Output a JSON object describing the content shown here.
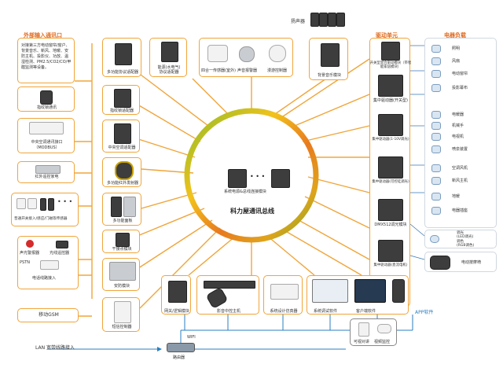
{
  "external": {
    "title": "外部输入通讯口",
    "desc": [
      "对接第三方电动窗帘/窗户、",
      "背景音乐、新风、地暖、安",
      "防主机、投影仪、功放、温",
      "湿检测、PM2.5/CO2/CO/甲",
      "醛监测等设备。"
    ],
    "fingerprint": "指纹锁通讯",
    "central_ac": [
      "中央空调通讯接口",
      "（MODBUS）"
    ],
    "ir": "红外遥控家电",
    "sensors": "普通开关接入/感应/门磁等传感器",
    "alarm": "声光警报器",
    "beam": "光线遥控器",
    "pstn": "PSTN",
    "phone": "电话线路接入",
    "gsm": "移动GSM",
    "lan": "LAN 宽带线路接入"
  },
  "left_modules": {
    "multi_io": "多功能协议适配器",
    "water_power": [
      "能源(水电气)",
      "协议适配器"
    ],
    "fingerprint_adapter": "指纹锁适配器",
    "ac_adapter": "中央空调适配器",
    "ir_transmitter": "多功能红外发射器",
    "multi_panel": "多功能面板",
    "dry_contact": "干接点模块",
    "security": "安防模块",
    "phone_ctrl": "短信控制器"
  },
  "top": {
    "speaker": "扬声器",
    "sensors": [
      "四合一传感器(室外)",
      "声音报警器",
      "漫游控制器"
    ],
    "bg_music": "背景音乐模块"
  },
  "right_modules": {
    "title": "驱动单元",
    "items": [
      "开关型混合驱动模块（带智能家居模块）",
      "集中驱动器(开关型)",
      "集中驱动器(1-10V调光)",
      "集中驱动器(可控硅调光)",
      "DMX512调光模块",
      "集中驱动器(直流电机)"
    ]
  },
  "appliances": {
    "title": "电器负载",
    "items": [
      "照明",
      "风扇",
      "电动窗帘",
      "投影幕布",
      "电暖器",
      "机械手",
      "电视机",
      "喷泉装置",
      "空调风机",
      "新风主机",
      "地暖",
      "电器插座"
    ],
    "led": [
      "调光",
      "(LED调光)",
      "调色",
      "(RGB调色)"
    ],
    "chair": "电动按摩椅"
  },
  "center": {
    "bus": "科力屋通讯总线",
    "power": "系统电源&总线连接模块",
    "dots": "• • •"
  },
  "bottom": {
    "gateway": "网关/逻辑模块",
    "remote": "影音中控主机",
    "sim": "系统设计仿真器",
    "debug": "系统调试软件",
    "client": "客户端软件",
    "app": "APP软件",
    "video": [
      "可视对讲",
      "视频监控"
    ],
    "wifi": "WIFI",
    "router": "路由器"
  },
  "colors": {
    "accent": "#f0a53a",
    "title": "#e06b1f",
    "bus_green": "#7ab51d",
    "bus_yellow": "#f2c21b",
    "bus_orange": "#e87a1f"
  }
}
